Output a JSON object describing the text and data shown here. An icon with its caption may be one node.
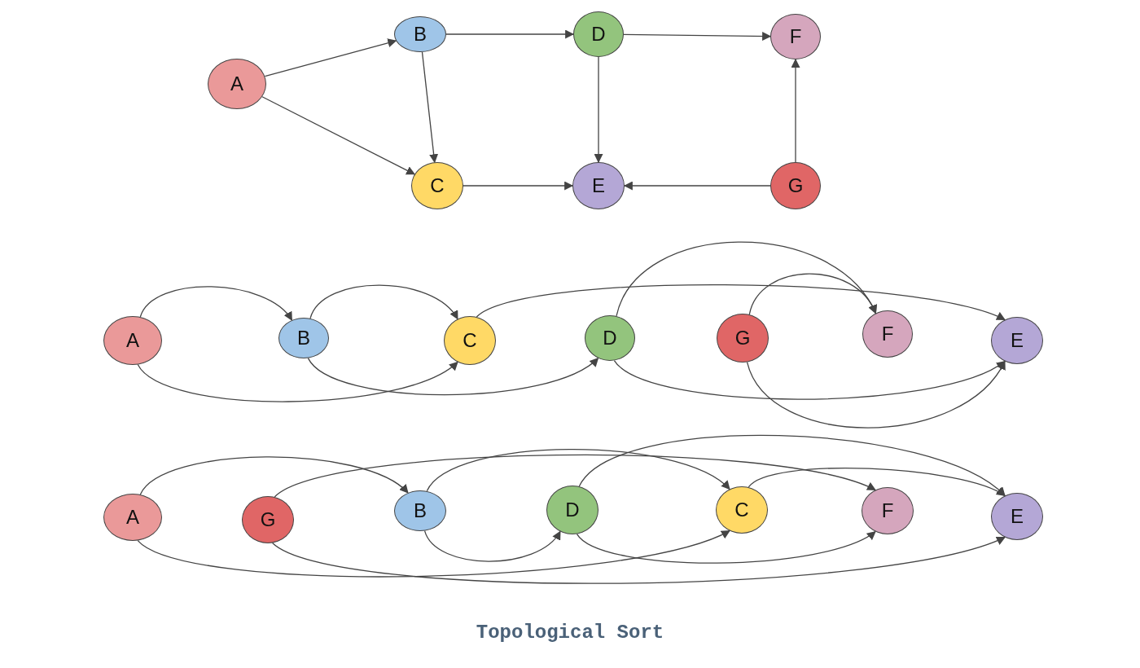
{
  "diagram": {
    "title": "Topological Sort",
    "nodes": [
      {
        "text": [
          "A"
        ]
      },
      {
        "text": [
          "B"
        ]
      },
      {
        "text": [
          "D"
        ]
      },
      {
        "text": [
          "F"
        ]
      },
      {
        "text": [
          "C"
        ]
      },
      {
        "text": [
          "E"
        ]
      },
      {
        "text": [
          "G"
        ]
      },
      {
        "text": [
          "A"
        ]
      },
      {
        "text": [
          "B"
        ]
      },
      {
        "text": [
          "C"
        ]
      },
      {
        "text": [
          "D"
        ]
      },
      {
        "text": [
          "G"
        ]
      },
      {
        "text": [
          "F"
        ]
      },
      {
        "text": [
          "E"
        ]
      },
      {
        "text": [
          "A"
        ]
      },
      {
        "text": [
          "G"
        ]
      },
      {
        "text": [
          "B"
        ]
      },
      {
        "text": [
          "D"
        ]
      },
      {
        "text": [
          "C"
        ]
      },
      {
        "text": [
          "F"
        ]
      },
      {
        "text": [
          "E"
        ]
      }
    ],
    "edges": [
      {
        "from": 0,
        "to": 1,
        "arrow": "to"
      },
      {
        "from": 0,
        "to": 4,
        "arrow": "to"
      },
      {
        "from": 1,
        "to": 2,
        "arrow": "to"
      },
      {
        "from": 1,
        "to": 4,
        "arrow": "to"
      },
      {
        "from": 2,
        "to": 3,
        "arrow": "to"
      },
      {
        "from": 2,
        "to": 5,
        "arrow": "to"
      },
      {
        "from": 4,
        "to": 5,
        "arrow": "to"
      },
      {
        "from": 6,
        "to": 5,
        "arrow": "to"
      },
      {
        "from": 6,
        "to": 3,
        "arrow": "to"
      },
      {
        "from": 7,
        "to": 8,
        "arrow": "to"
      },
      {
        "from": 8,
        "to": 9,
        "arrow": "to"
      },
      {
        "from": 9,
        "to": 13,
        "arrow": "to"
      },
      {
        "from": 10,
        "to": 12,
        "arrow": "to"
      },
      {
        "from": 11,
        "to": 12,
        "arrow": "to"
      },
      {
        "from": 7,
        "to": 9,
        "arrow": "to"
      },
      {
        "from": 8,
        "to": 10,
        "arrow": "to"
      },
      {
        "from": 10,
        "to": 13,
        "arrow": "to"
      },
      {
        "from": 11,
        "to": 13,
        "arrow": "to"
      },
      {
        "from": 14,
        "to": 16,
        "arrow": "to"
      },
      {
        "from": 15,
        "to": 19,
        "arrow": "to"
      },
      {
        "from": 16,
        "to": 18,
        "arrow": "to"
      },
      {
        "from": 17,
        "to": 20,
        "arrow": "to"
      },
      {
        "from": 18,
        "to": 20,
        "arrow": "to"
      },
      {
        "from": 14,
        "to": 18,
        "arrow": "to"
      },
      {
        "from": 15,
        "to": 20,
        "arrow": "to"
      },
      {
        "from": 16,
        "to": 17,
        "arrow": "to"
      },
      {
        "from": 17,
        "to": 19,
        "arrow": "to"
      }
    ]
  }
}
